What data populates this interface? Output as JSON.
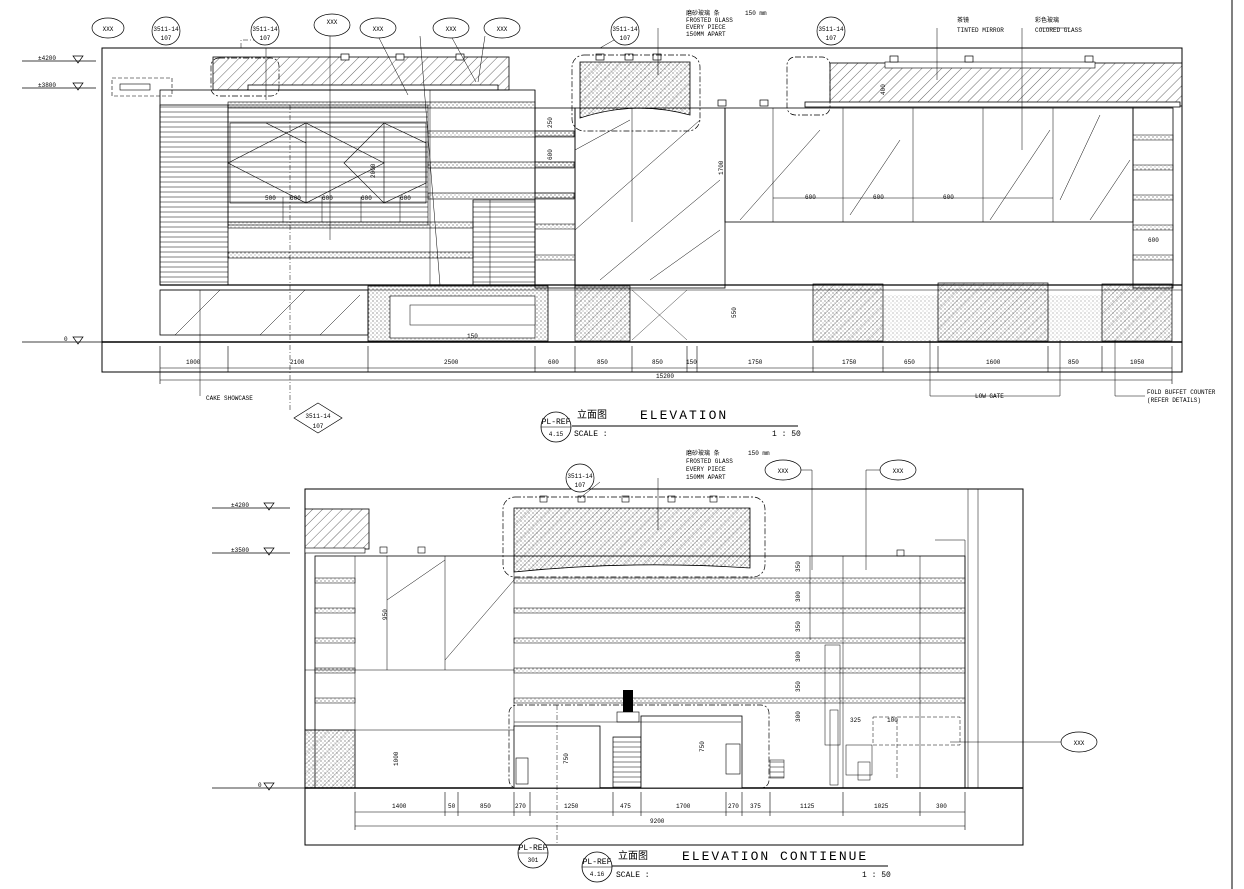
{
  "tag_text": "XXX",
  "ref_code": "3511-14",
  "ref_sub": "107",
  "plref": "PL-REF",
  "plref_sub1": "4.15",
  "plref_sub2": "4.16",
  "plref_sub3": "301",
  "ref_sub_left": "107",
  "top": {
    "level_4200": "±4200",
    "level_3800": "±3800",
    "level_0": "0",
    "dims": [
      "1000",
      "2100",
      "2500",
      "600",
      "850",
      "850",
      "150",
      "1750",
      "1750",
      "650",
      "1600",
      "850",
      "1050"
    ],
    "total": "15200",
    "label_cake": "CAKE SHOWCASE",
    "label_lowgate": "LOW GATE",
    "label_fold": "FOLD BUFFET COUNTER",
    "label_refer": "(REFER DETAILS)",
    "note_frosted_title": "磨砂玻璃 条",
    "note_frosted": "FROSTED GLASS",
    "note_every": "EVERY PIECE",
    "note_apart": "150MM APART",
    "note_150": "150 mm",
    "note_tinted_title": "茶镜",
    "note_tinted": "TINTED MIRROR",
    "note_colored_title": "彩色玻璃",
    "note_colored": "COLORED GLASS",
    "title_cn": "立面图",
    "title_en": "ELEVATION",
    "scale_label": "SCALE :",
    "scale_value": "1 : 50",
    "small_dims": [
      "500",
      "600",
      "600",
      "600",
      "600",
      "400",
      "2000",
      "250",
      "600",
      "1700",
      "550",
      "400",
      "150"
    ]
  },
  "bottom": {
    "level_4200": "±4200",
    "level_3500": "±3500",
    "level_0": "0",
    "dims": [
      "1400",
      "50",
      "850",
      "270",
      "1250",
      "475",
      "1700",
      "270",
      "375",
      "1125",
      "1025",
      "300"
    ],
    "total": "9200",
    "note_frosted_title": "磨砂玻璃 条",
    "note_frosted": "FROSTED GLASS",
    "note_every": "EVERY PIECE",
    "note_apart": "150MM APART",
    "note_150": "150 mm",
    "title_cn": "立面图",
    "title_en": "ELEVATION CONTIENUE",
    "scale_label": "SCALE :",
    "scale_value": "1 : 50",
    "small_dims": [
      "300",
      "350",
      "300",
      "350",
      "300",
      "950",
      "750",
      "1000",
      "325",
      "100"
    ]
  }
}
